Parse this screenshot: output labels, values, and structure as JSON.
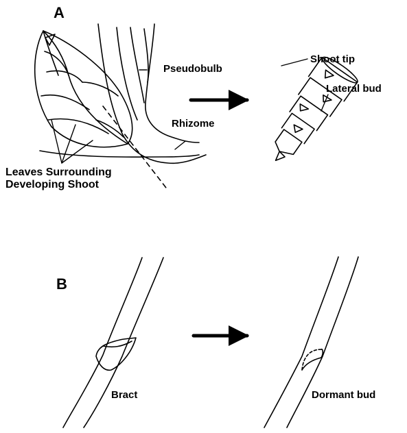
{
  "panel_a": {
    "letter": "A",
    "labels": {
      "pseudobulb": "Pseudobulb",
      "rhizome": "Rhizome",
      "leaves": "Leaves Surrounding\nDeveloping Shoot",
      "shoot_tip": "Shoot tip",
      "lateral_bud": "Lateral bud"
    }
  },
  "panel_b": {
    "letter": "B",
    "labels": {
      "bract": "Bract",
      "dormant_bud": "Dormant bud"
    }
  }
}
